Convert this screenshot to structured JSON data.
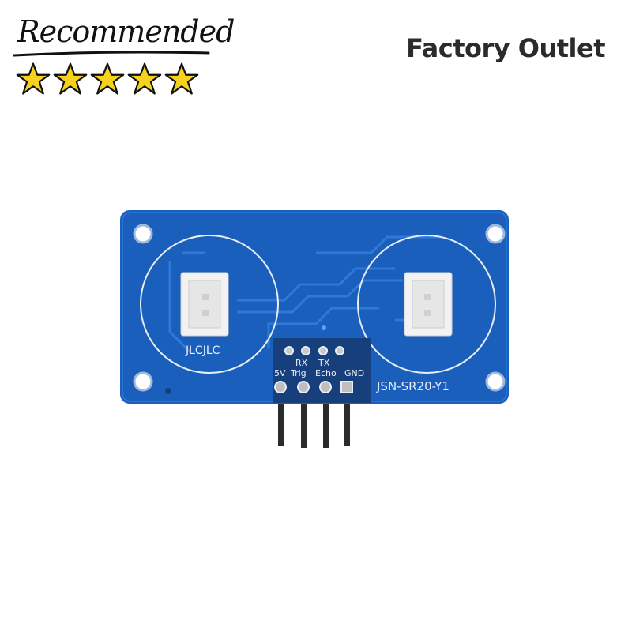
{
  "badge": {
    "word": "Recommended",
    "stars": 5
  },
  "headline": "Factory Outlet",
  "board": {
    "left_label": "JLCJLC",
    "model": "JSN-SR20-Y1",
    "pin_top_labels": [
      "RX",
      "TX"
    ],
    "pin_labels": [
      "5V",
      "Trig",
      "Echo",
      "GND"
    ]
  },
  "colors": {
    "pcb": "#1b5fbd",
    "star": "#f6d21e",
    "silk": "#e8eef8"
  }
}
